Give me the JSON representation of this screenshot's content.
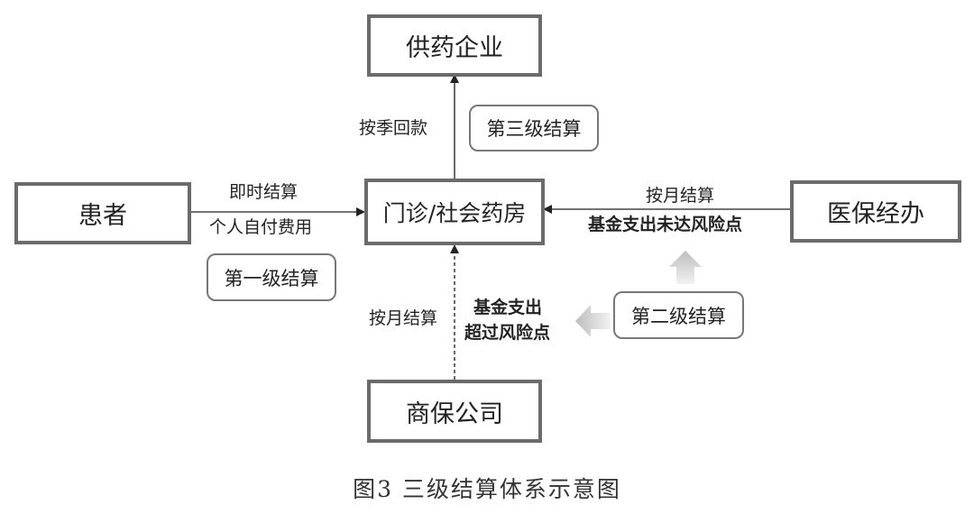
{
  "nodes": {
    "supplier": "供药企业",
    "patient": "患者",
    "pharmacy": "门诊/社会药房",
    "medical_insurance": "医保经办",
    "commercial_insurance": "商保公司"
  },
  "tags": {
    "level1": "第一级结算",
    "level2": "第二级结算",
    "level3": "第三级结算"
  },
  "edges": {
    "supplier_edge": {
      "label": "按季回款"
    },
    "patient_edge": {
      "label_top": "即时结算",
      "label_bottom": "个人自付费用"
    },
    "medical_edge": {
      "label_top": "按月结算",
      "label_bottom": "基金支出未达风险点"
    },
    "commercial_edge": {
      "label_left": "按月结算",
      "label_right_line1": "基金支出",
      "label_right_line2": "超过风险点"
    }
  },
  "caption": "图3  三级结算体系示意图"
}
